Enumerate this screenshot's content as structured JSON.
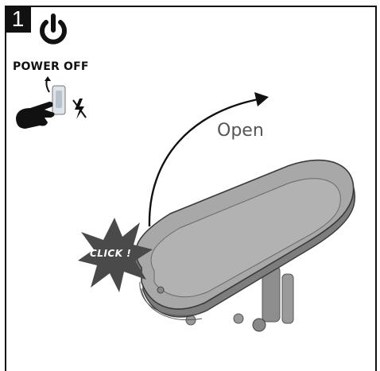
{
  "step": {
    "number": "1"
  },
  "power": {
    "label": "POWER OFF",
    "icon": "power-icon"
  },
  "open": {
    "label": "Open"
  },
  "click": {
    "label": "CLICK !"
  },
  "colors": {
    "device": "#a8a8a8",
    "burst": "#4a4a4a",
    "frame": "#111111"
  }
}
